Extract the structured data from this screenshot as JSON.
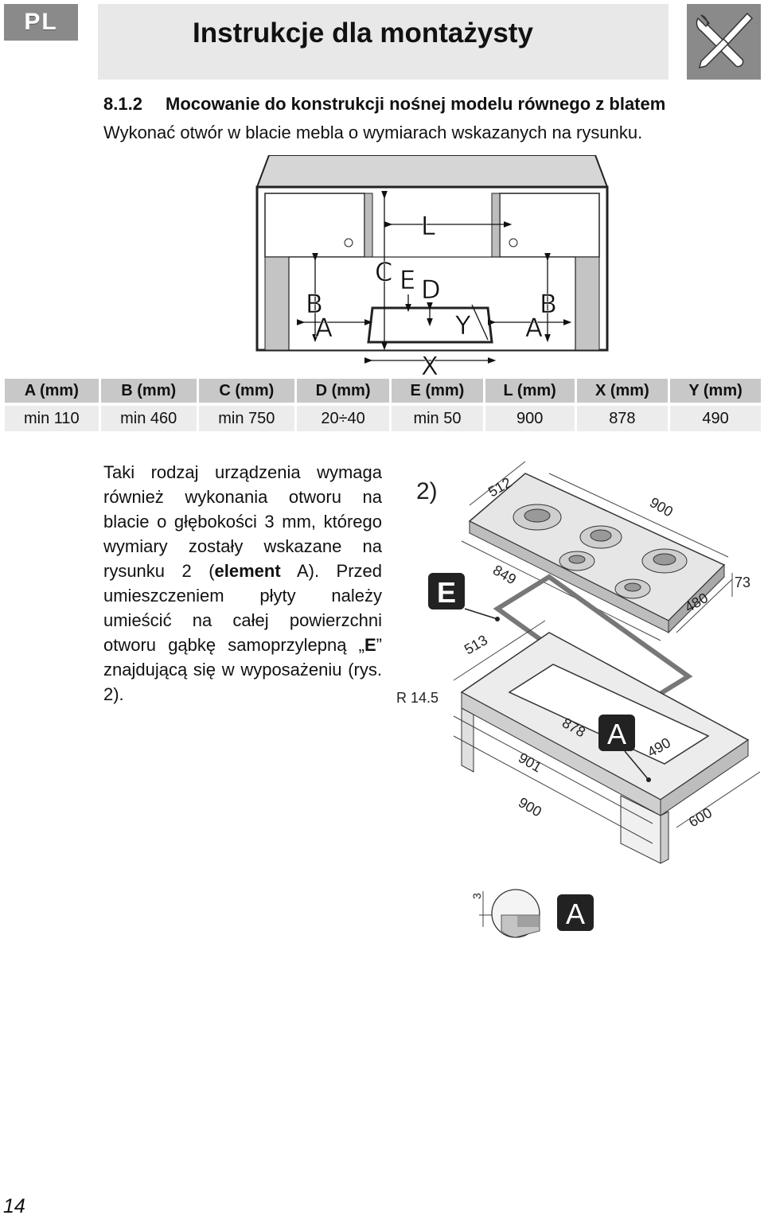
{
  "header": {
    "lang": "PL",
    "title": "Instrukcje dla montażysty"
  },
  "section": {
    "number": "8.1.2",
    "title": "Mocowanie do konstrukcji nośnej modelu równego z blatem",
    "intro": "Wykonać otwór w blacie mebla o wymiarach wskazanych na rysunku."
  },
  "figure1": {
    "labels": {
      "L": "L",
      "C": "C",
      "E": "E",
      "D": "D",
      "B": "B",
      "A": "A",
      "Y": "Y",
      "X": "X"
    }
  },
  "table": {
    "headers": [
      "A (mm)",
      "B (mm)",
      "C (mm)",
      "D (mm)",
      "E (mm)",
      "L (mm)",
      "X (mm)",
      "Y (mm)"
    ],
    "values": [
      "min 110",
      "min 460",
      "min 750",
      "20÷40",
      "min 50",
      "900",
      "878",
      "490"
    ]
  },
  "paragraph": {
    "part1": "Taki rodzaj urządzenia wymaga również wykonania otworu na blacie o głębokości 3 mm, którego wymiary zostały wskazane na rysunku 2 (",
    "bold1": "element",
    "part2": " A). Przed umieszczeniem płyty należy umieścić na całej powierzchni otworu gąbkę samoprzylepną „",
    "bold2": "E",
    "part3": "” znajdującą się w wyposażeniu (rys. 2)."
  },
  "figure2": {
    "caption": "2)",
    "dims": {
      "d512": "512",
      "d900a": "900",
      "d849": "849",
      "d73": "73",
      "d480": "480",
      "d513": "513",
      "r": "R 14.5",
      "d878": "878",
      "d490": "490",
      "d901": "901",
      "d900b": "900",
      "d600": "600"
    },
    "callout_e": "E",
    "callout_a": "A"
  },
  "figure3": {
    "depth": "3",
    "callout": "A"
  },
  "footer": {
    "page": "14"
  }
}
